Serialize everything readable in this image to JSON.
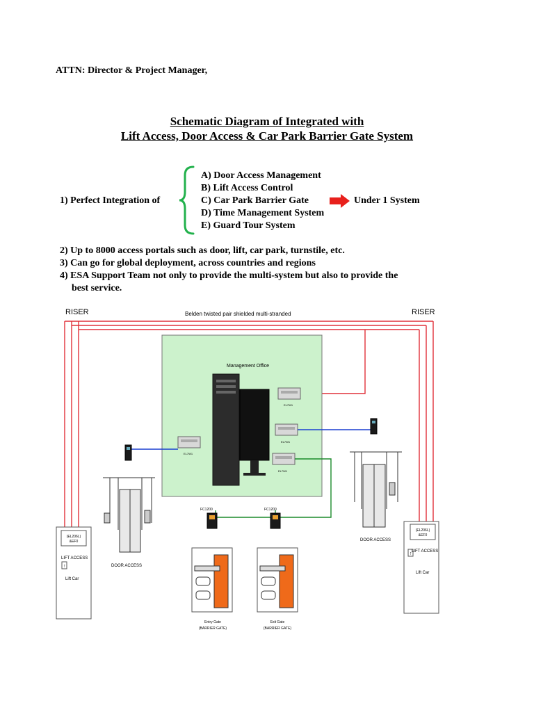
{
  "header": {
    "attn": "ATTN:  Director & Project Manager,"
  },
  "title": {
    "line1": "Schematic Diagram of Integrated with",
    "line2": "Lift Access, Door Access & Car Park Barrier Gate System"
  },
  "integration": {
    "intro": "1)   Perfect Integration of",
    "items": [
      "A) Door Access Management",
      "B) Lift Access Control",
      "C) Car Park Barrier Gate",
      "D) Time Management System",
      "E) Guard Tour System"
    ],
    "result": "Under 1 System",
    "arrow_color": "#e8201c",
    "brace_color": "#22b14c"
  },
  "points": [
    "2) Up to 8000 access portals such as door, lift, car park, turnstile, etc.",
    "3) Can go for global deployment, across countries and regions",
    "4) ESA Support Team not only to provide the multi-system but also to provide the",
    "best service."
  ],
  "diagram": {
    "riser_left": "RISER",
    "riser_right": "RISER",
    "cable_label": "Belden twisted pair shielded multi-stranded",
    "office_label": "Management Office",
    "converter_label": "EL7W1",
    "controller_left": "FC1200",
    "controller_right": "FC1200",
    "lift_controller_text": "(EL206L)\n&EF0",
    "lift_access_label": "LIFT ACCESS",
    "lift_car_label": "Lift Car",
    "door_access_label": "DOOR ACCESS",
    "entry_gate": "Entry Gate",
    "entry_gate_sub": "(BARRIER GATE)",
    "exit_gate": "Exit Gate",
    "exit_gate_sub": "(BARRIER GATE)",
    "colors": {
      "riser_wire": "#e0303a",
      "blue_wire": "#1a3fd1",
      "green_wire": "#1a8a2a",
      "office_bg": "#ccf2cc",
      "gate_arm": "#ef6a1a"
    }
  }
}
